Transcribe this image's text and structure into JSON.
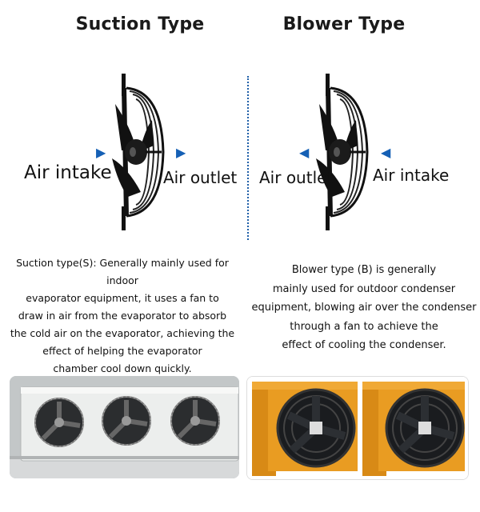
{
  "suction": {
    "title": "Suction Type",
    "left_label": "Air intake",
    "right_label": "Air outlet",
    "description_lines": [
      "Suction type(S): Generally mainly used for indoor",
      "evaporator equipment, it uses a fan to",
      "draw in air from the evaporator to absorb",
      "the cold air on the evaporator, achieving the",
      "effect of helping the evaporator",
      "chamber cool down quickly."
    ],
    "arrow_direction": "right"
  },
  "blower": {
    "title": "Blower Type",
    "left_label": "Air outlet",
    "right_label": "Air intake",
    "description_lines": [
      "Blower type (B) is generally",
      "mainly used for outdoor condenser",
      "equipment, blowing air over the condenser",
      "through a fan to achieve the",
      "effect of cooling the condenser."
    ],
    "arrow_direction": "left"
  },
  "colors": {
    "arrow": "#1560b5",
    "divider": "#1f5fa8",
    "condenser_frame": "#e79b20",
    "evaporator_body": "#e6e8e6"
  },
  "icons": {
    "fan": "axial-fan-icon",
    "arrow_right": "triangle-right-icon",
    "arrow_left": "triangle-left-icon"
  }
}
